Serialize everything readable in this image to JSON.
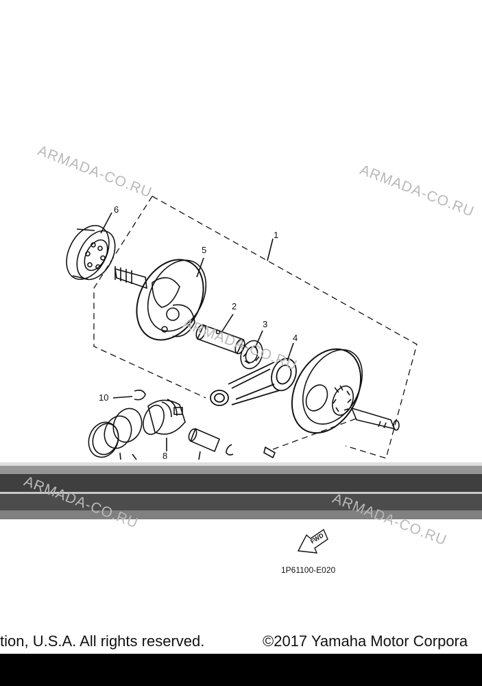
{
  "watermarks": [
    "ARMADA-CO.RU",
    "ARMADA-CO.RU",
    "ARMADA-CO.RU",
    "ARMADA-CO.RU",
    "ARMADA-CO.RU"
  ],
  "callouts": [
    "1",
    "2",
    "3",
    "4",
    "5",
    "6",
    "8",
    "10"
  ],
  "fwd_label": "FWD",
  "diagram_code": "1P61100-E020",
  "copyright": {
    "left": "tion, U.S.A. All rights reserved.",
    "right": "©2017 Yamaha Motor Corpora"
  },
  "colors": {
    "line": "#111111",
    "watermark": "#b9b9b9",
    "band": "#000000"
  }
}
